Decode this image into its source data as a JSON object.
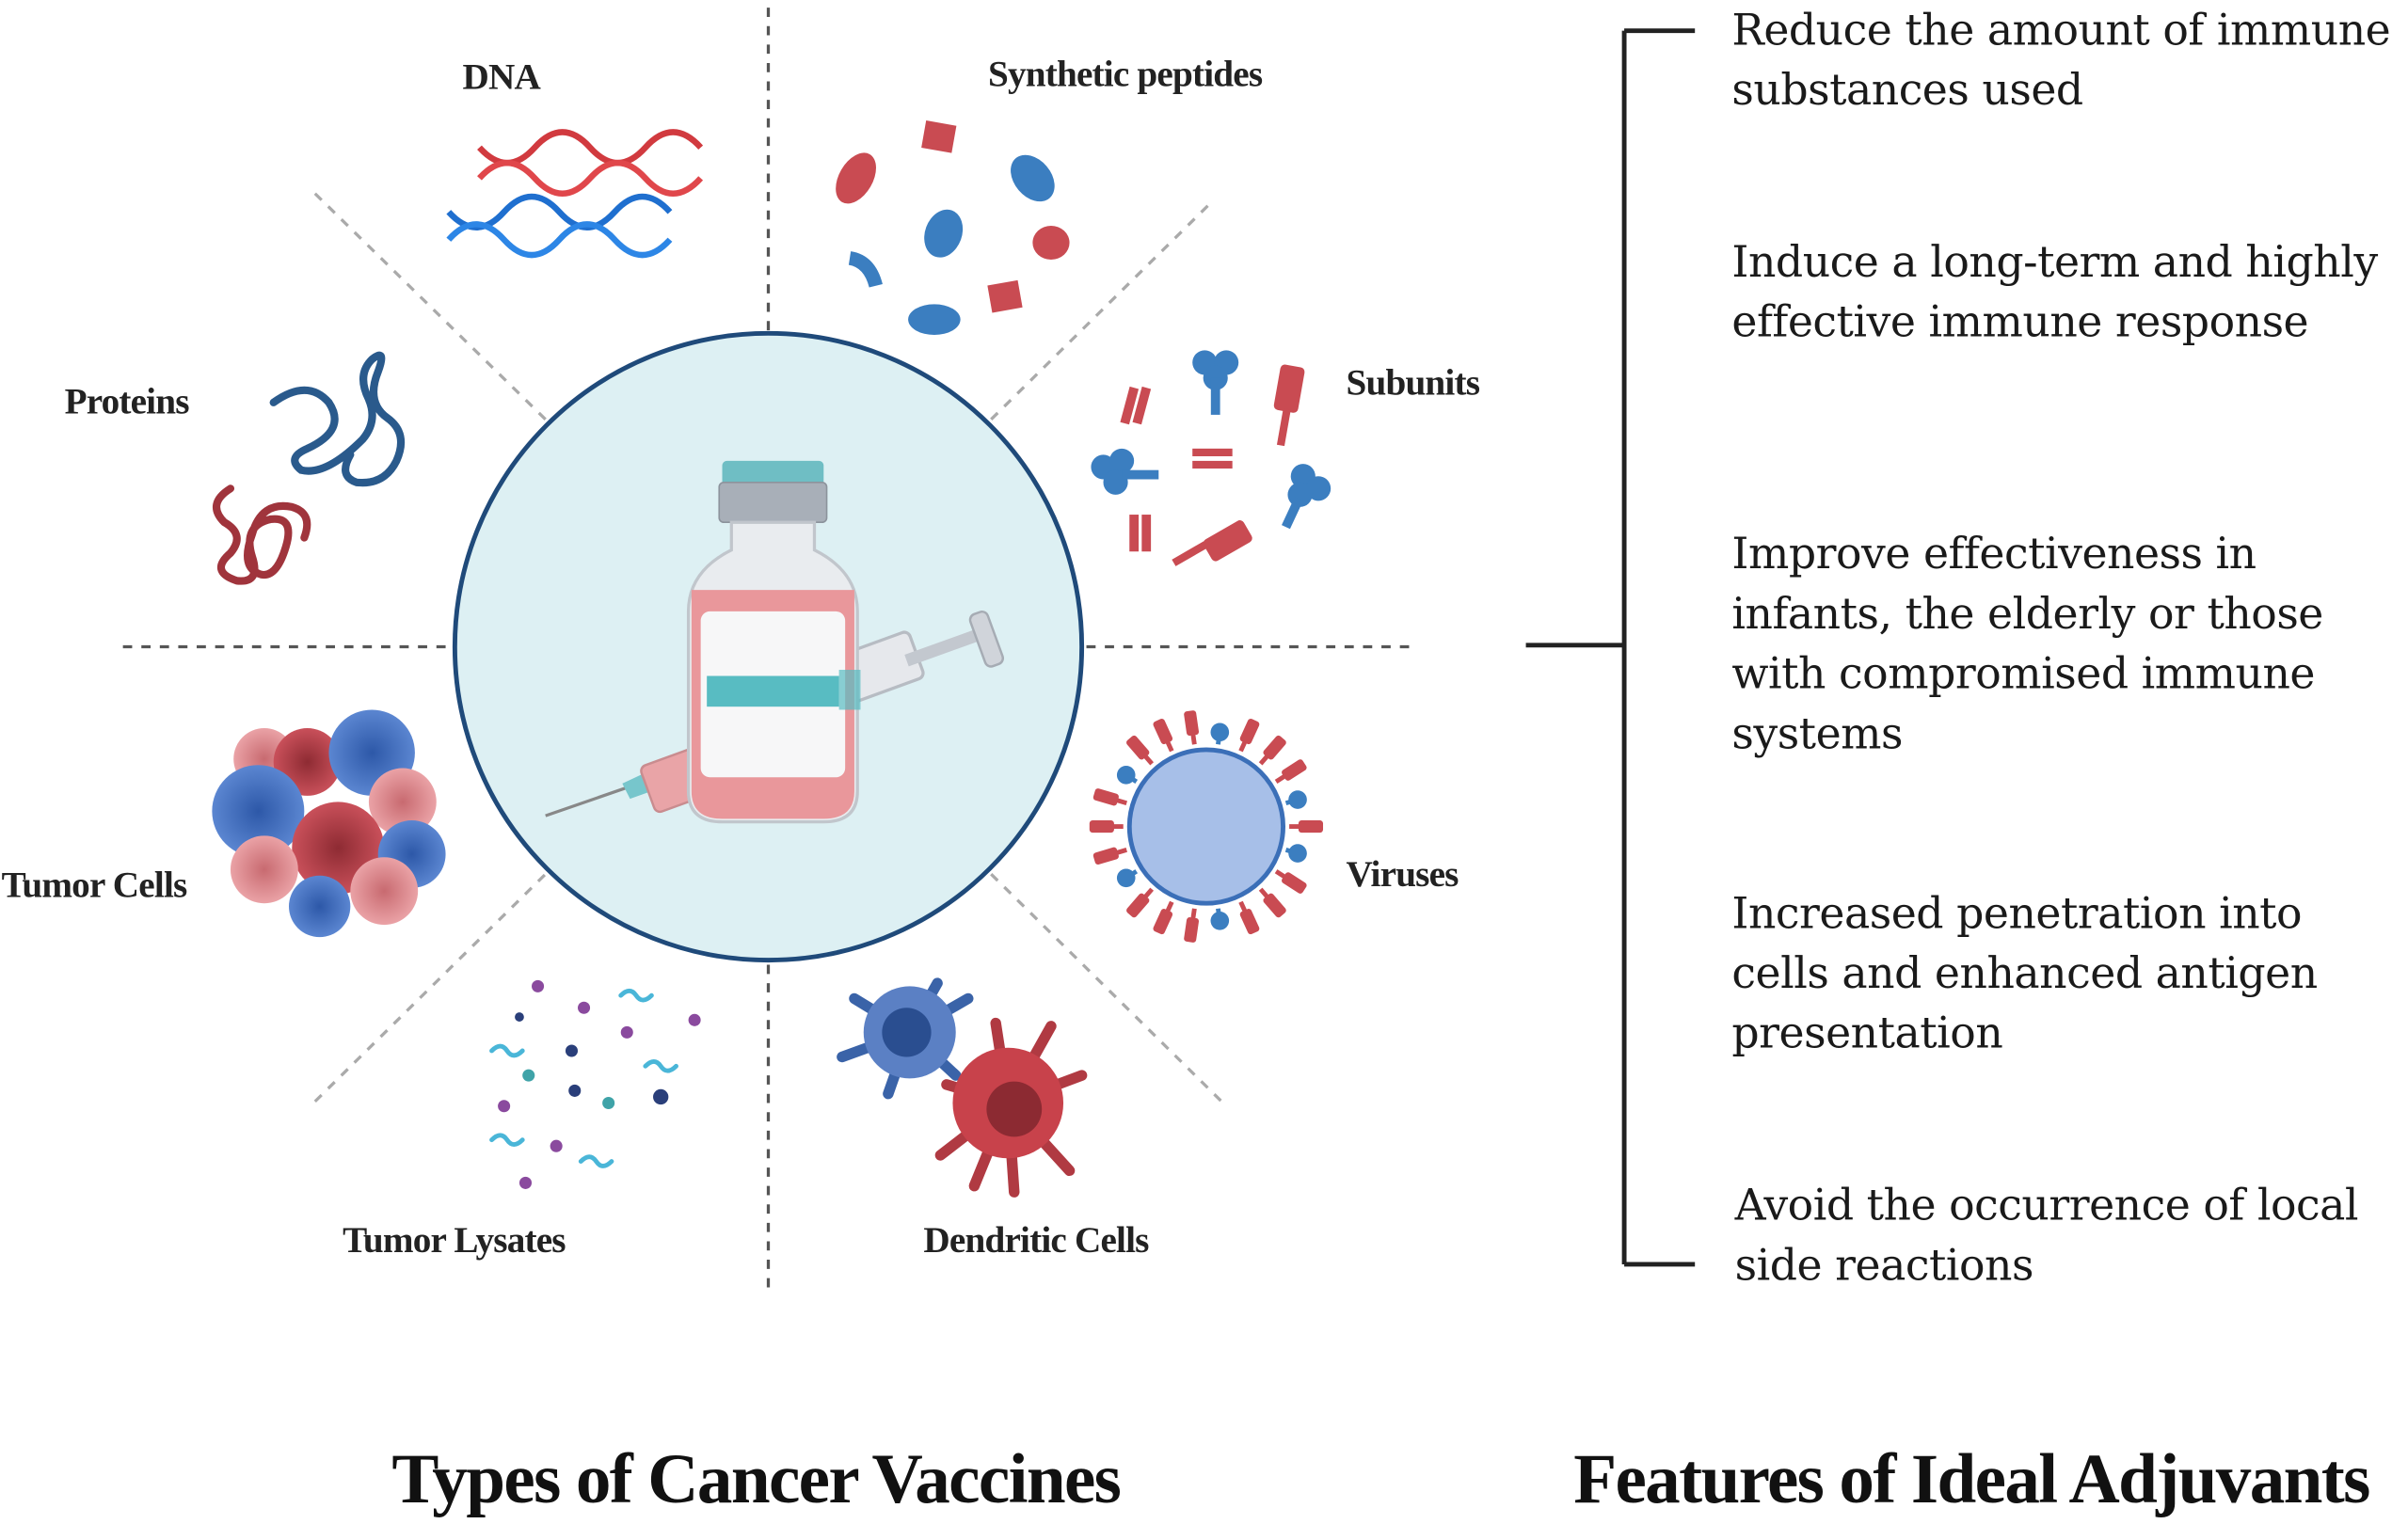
{
  "vaccine_types": {
    "heading": "Types of Cancer Vaccines",
    "labels": {
      "dna": "DNA",
      "synthetic_peptides": "Synthetic peptides",
      "subunits": "Subunits",
      "viruses": "Viruses",
      "dendritic_cells": "Dendritic Cells",
      "tumor_lysates": "Tumor Lysates",
      "tumor_cells": "Tumor Cells",
      "proteins": "Proteins"
    }
  },
  "adjuvants": {
    "heading": "Features of Ideal Adjuvants",
    "features": [
      "Reduce the amount of immune substances used",
      "Induce a long-term and highly effective immune response",
      "Improve effectiveness  in infants, the elderly or those with compromised immune systems",
      "Increased penetration into cells and enhanced antigen presentation",
      "Avoid the occurrence of local side reactions"
    ]
  },
  "colors": {
    "red": "#c94b52",
    "dark_red": "#a0343c",
    "blue": "#3b7ec0",
    "dark_blue": "#2a5690",
    "circle_fill": "#ddf0f3",
    "circle_stroke": "#1f4a7a"
  }
}
